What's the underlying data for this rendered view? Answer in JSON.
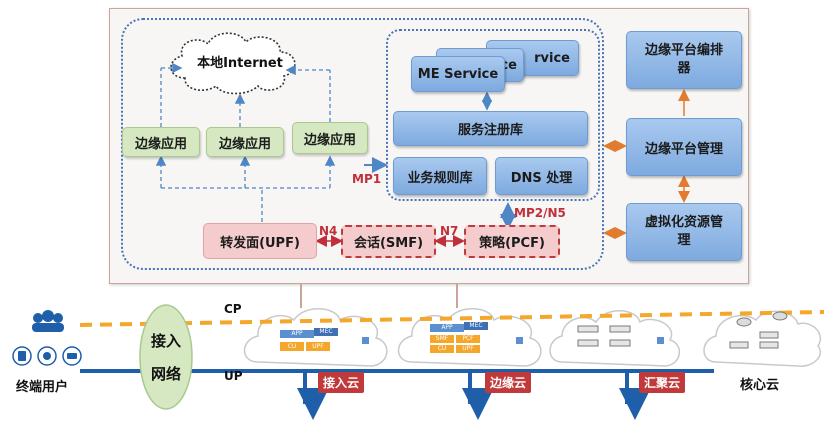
{
  "edge_platform": {
    "internet_label": "本地Internet",
    "edge_apps": [
      "边缘应用",
      "边缘应用",
      "边缘应用"
    ],
    "me_service": "ME Service",
    "me_service_back1": "rvice",
    "me_service_back2": "ce",
    "service_registry": "服务注册库",
    "traffic_rules": "业务规则库",
    "dns": "DNS 处理",
    "upf": "转发面(UPF)",
    "smf": "会话(SMF)",
    "pcf": "策略(PCF)",
    "iface_n4": "N4",
    "iface_n7": "N7",
    "iface_mp1": "MP1",
    "iface_mp2": "MP2/N5"
  },
  "management": {
    "orchestrator": "边缘平台编排器",
    "platform_manager": "边缘平台管理",
    "vim": "虚拟化资源管理"
  },
  "network": {
    "cp_label": "CP",
    "up_label": "UP",
    "access_network_line1": "接入",
    "access_network_line2": "网络",
    "end_users": "终端用户",
    "clouds": [
      "接入云",
      "边缘云",
      "汇聚云",
      "核心云"
    ],
    "mini_stack": {
      "app": "APP",
      "mec": "MEC",
      "cu": "CU",
      "upf": "UPF",
      "smf": "SMF",
      "pcf": "PCF"
    }
  },
  "colors": {
    "frame_bg": "#f7f6f5",
    "frame_border": "#c9a69a",
    "blue_box": "#8cb5e4",
    "green_box": "#d5e8c2",
    "pink_box": "#f4cccd",
    "arrow_red": "#c0303a",
    "arrow_orange": "#e07b2f",
    "cp_line": "#f4a72a",
    "up_line": "#1f5ea8"
  }
}
